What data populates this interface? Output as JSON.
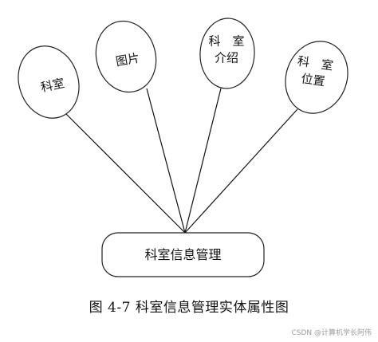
{
  "diagram": {
    "attributes": [
      {
        "id": "keshi",
        "lines": [
          "科室"
        ]
      },
      {
        "id": "tupian",
        "lines": [
          "图片"
        ]
      },
      {
        "id": "jieshao",
        "lines": [
          "科　室",
          "介绍"
        ]
      },
      {
        "id": "weizhi",
        "lines": [
          "科　室",
          "位置"
        ]
      }
    ],
    "entity": {
      "label": "科室信息管理"
    }
  },
  "caption": "图 4-7 科室信息管理实体属性图",
  "watermark": "CSDN @计算机学长阿伟"
}
